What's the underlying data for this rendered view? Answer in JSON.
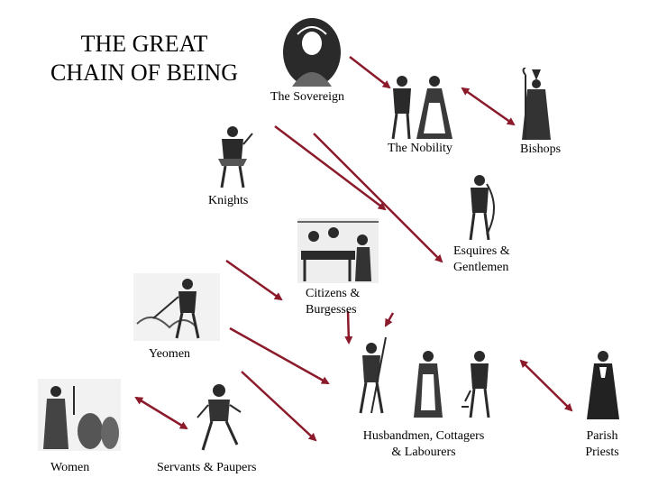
{
  "title": {
    "line1": "THE GREAT",
    "line2": "CHAIN OF BEING"
  },
  "ranks": {
    "sovereign": "The Sovereign",
    "nobility": "The Nobility",
    "bishops": "Bishops",
    "knights": "Knights",
    "esquires": "Esquires &",
    "gentlemen": "Gentlemen",
    "citizens": "Citizens &",
    "burgesses": "Burgesses",
    "yeomen": "Yeomen",
    "husbandmen_line1": "Husbandmen, Cottagers",
    "husbandmen_line2": "& Labourers",
    "parish_line1": "Parish",
    "parish_line2": "Priests",
    "women": "Women",
    "servants": "Servants & Paupers"
  },
  "colors": {
    "arrow": "#8b1a2a",
    "figure": "#2a2a2a",
    "figure_light": "#ffffff"
  }
}
